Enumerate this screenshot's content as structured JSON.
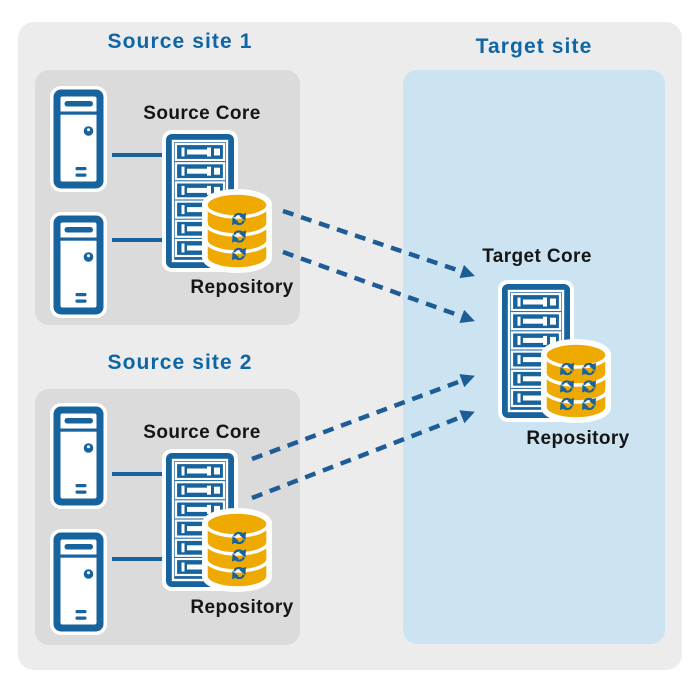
{
  "diagram": {
    "sites": {
      "source1": {
        "title": "Source site 1",
        "core_label": "Source Core",
        "repository_label": "Repository",
        "machine_count": 2
      },
      "source2": {
        "title": "Source site 2",
        "core_label": "Source Core",
        "repository_label": "Repository",
        "machine_count": 2
      },
      "target": {
        "title": "Target site",
        "core_label": "Target Core",
        "repository_label": "Repository"
      }
    },
    "connections": [
      {
        "from": "source-site-1-repository",
        "to": "target-core",
        "style": "dashed-arrow"
      },
      {
        "from": "source-site-1-repository",
        "to": "target-core",
        "style": "dashed-arrow"
      },
      {
        "from": "source-site-2-core",
        "to": "target-core",
        "style": "dashed-arrow"
      },
      {
        "from": "source-site-2-core",
        "to": "target-core",
        "style": "dashed-arrow"
      }
    ],
    "icons": {
      "tower_server": "tower-server-icon",
      "rack_server": "rack-server-icon",
      "repository_database": "database-icon",
      "sync": "sync-arrows-icon",
      "arrow": "dashed-arrow-icon"
    },
    "colors": {
      "icon_blue": "#17639e",
      "heading_blue": "#0e66a4",
      "arrow_blue": "#1d5c96",
      "repository_yellow": "#efaa02",
      "canvas_gray": "#ececec",
      "site_box_gray": "#dbdbdb",
      "target_box_blue": "#cce4f1",
      "label_black": "#151515",
      "halo_white": "#ffffff"
    }
  }
}
